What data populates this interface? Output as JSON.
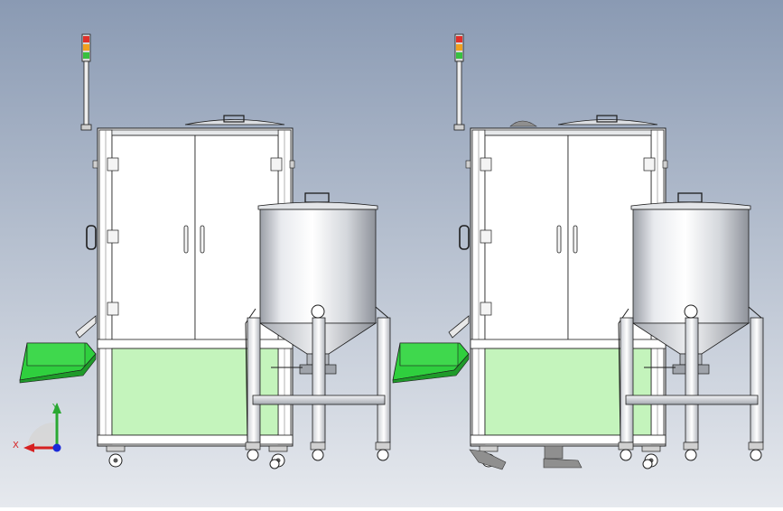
{
  "viewport": {
    "background_top": "#8a9ab3",
    "background_bottom": "#e6e9ee"
  },
  "palette": {
    "frame": "#f2f3f4",
    "frame_edge": "#1d1d1d",
    "panel": "#ffffff",
    "green_panel": "#c4f4bc",
    "green_tray": "#2fcf3e",
    "green_tray_dark": "#1f9a2a",
    "steel_light": "#f4f5f7",
    "steel_mid": "#b9bdc4",
    "steel_dark": "#8c9098",
    "light_red": "#e0302a",
    "light_amber": "#f0a020",
    "light_green": "#38c040",
    "figure_grey": "#8f8f8f"
  },
  "triad": {
    "x_label": "X",
    "y_label": "Y",
    "x_color": "#d62020",
    "y_color": "#2aa832",
    "z_color": "#1a2ad8"
  },
  "assemblies": [
    {
      "id": "left",
      "has_operator_figure": false
    },
    {
      "id": "right",
      "has_operator_figure": true
    }
  ]
}
